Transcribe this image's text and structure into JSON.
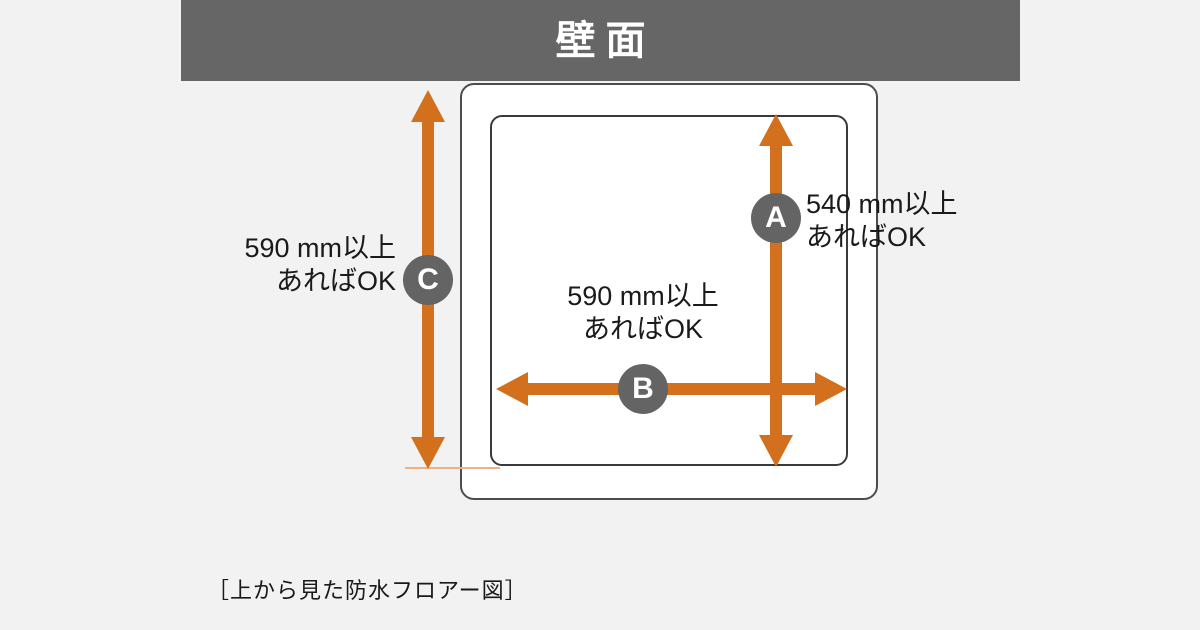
{
  "meta": {
    "background_color": "#f2f2f2"
  },
  "banner": {
    "label": "壁面",
    "background_color": "#666666",
    "text_color": "#ffffff"
  },
  "floor": {
    "outer_fill": "#ffffff",
    "outer_border_color": "#4d4d4d",
    "inner_fill": "#ffffff",
    "inner_border_color": "#3a3a3a"
  },
  "colors": {
    "arrow_orange": "#d2701e",
    "guide_line": "#efb183",
    "badge_gray": "#646464"
  },
  "measurements": [
    {
      "id": "C",
      "badge": "C",
      "orientation": "vertical",
      "value_line1": "590 mm以上",
      "value_line2": "あればOK",
      "dimension_mm": 590,
      "condition": "以上あればOK"
    },
    {
      "id": "A",
      "badge": "A",
      "orientation": "vertical",
      "value_line1": "540 mm以上",
      "value_line2": "あればOK",
      "dimension_mm": 540,
      "condition": "以上あればOK"
    },
    {
      "id": "B",
      "badge": "B",
      "orientation": "horizontal",
      "value_line1": "590 mm以上",
      "value_line2": "あればOK",
      "dimension_mm": 590,
      "condition": "以上あればOK"
    }
  ],
  "figure_caption": "［上から見た防水フロアー図］"
}
